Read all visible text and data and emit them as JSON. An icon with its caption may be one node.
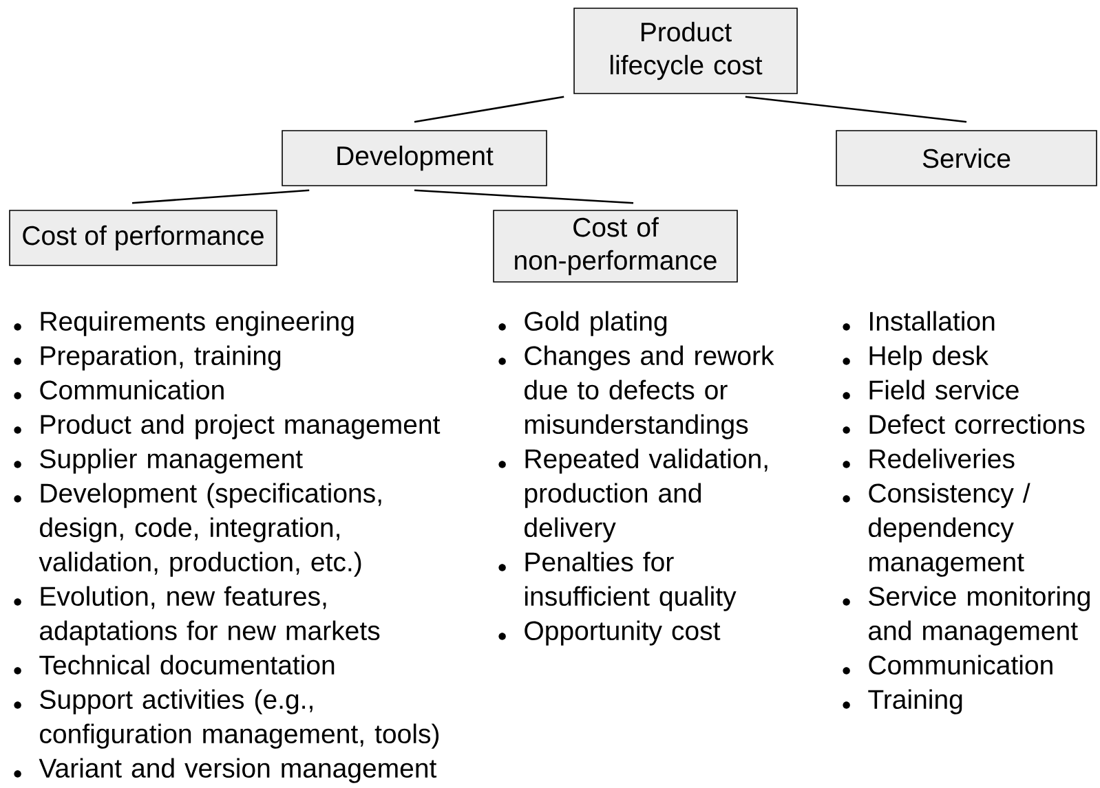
{
  "diagram": {
    "nodes": [
      {
        "text": [
          "Product lifecycle cost"
        ]
      },
      {
        "text": [
          "Development"
        ]
      },
      {
        "text": [
          "Service"
        ],
        "beside": [
          "Installation",
          "Help desk",
          "Field service",
          "Defect corrections",
          "Redeliveries",
          "Consistency / dependency management",
          "Service monitoring and management",
          "Communication",
          "Training"
        ]
      },
      {
        "text": [
          "Cost of performance"
        ],
        "beside": [
          "Requirements engineering",
          "Preparation, training",
          "Communication",
          "Product and project management",
          "Supplier management",
          "Development (specifications, design, code, integration, validation, production, etc.)",
          "Evolution, new features, adaptations for new markets",
          "Technical documentation",
          "Support activities (e.g., configuration management, tools)",
          "Variant and version management"
        ]
      },
      {
        "text": [
          "Cost of non-performance"
        ],
        "beside": [
          "Gold plating",
          "Changes and rework due to defects or misunderstandings",
          "Repeated validation, production and delivery",
          "Penalties for insufficient quality",
          "Opportunity cost"
        ]
      }
    ],
    "edges": [
      {
        "from": 0,
        "to": 1,
        "arrow": "none"
      },
      {
        "from": 0,
        "to": 2,
        "arrow": "none"
      },
      {
        "from": 1,
        "to": 3,
        "arrow": "none"
      },
      {
        "from": 1,
        "to": 4,
        "arrow": "none"
      }
    ]
  }
}
